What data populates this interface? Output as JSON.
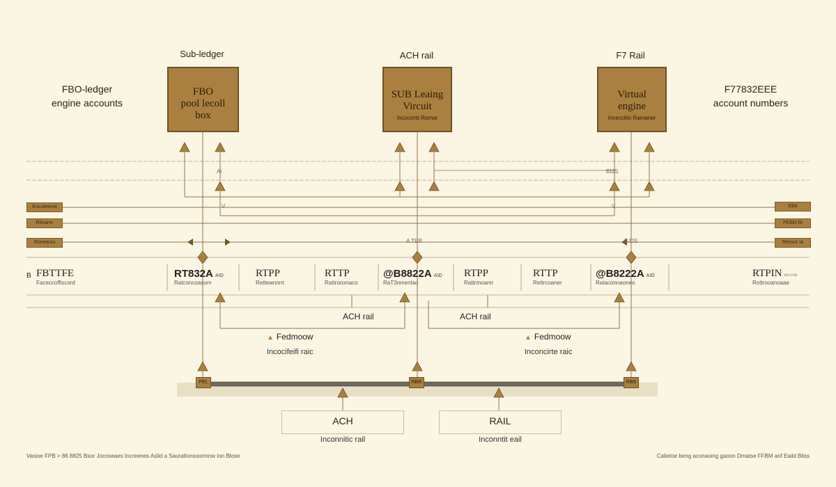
{
  "colors": {
    "background": "#fbf5e3",
    "box_fill": "#a9803f",
    "box_border": "#6e5327",
    "line": "#8c7550",
    "bar": "#6f6a60"
  },
  "side_left": {
    "line1": "FBO-ledger",
    "line2": "engine accounts"
  },
  "side_right": {
    "line1": "F77832EEE",
    "line2": "account numbers"
  },
  "columns": [
    {
      "title": "Sub-ledger",
      "box_lines": [
        "FBO",
        "pool lecoll",
        "box"
      ],
      "box_small": ""
    },
    {
      "title": "ACH rail",
      "box_lines": [
        "SUB Leaing",
        "Vircuit"
      ],
      "box_small": "Incoconti Ramar"
    },
    {
      "title": "F7 Rail",
      "box_lines": [
        "Virtual",
        "engine"
      ],
      "box_small": "Inceccitio Ramaner"
    }
  ],
  "left_tags": [
    "Encuteenot",
    "Rimarer",
    "Rocearou"
  ],
  "right_tags": [
    "EB8",
    "PEBO Ri",
    "Ressor Ia"
  ],
  "tiny_labels": [
    "Ai",
    "V",
    "A TER",
    "BJ0S",
    "V",
    "BI2S"
  ],
  "row": {
    "lead": "B",
    "cells": [
      {
        "title": "FBTTFE",
        "sub": "Faceccoffiscord",
        "bold": false,
        "mark": ""
      },
      {
        "title": "RT832A",
        "sub": "Ratconcoasom",
        "bold": true,
        "mark": "AID"
      },
      {
        "title": "RTPP",
        "sub": "Rettewnnnt",
        "bold": false,
        "mark": ""
      },
      {
        "title": "RTTP",
        "sub": "Rattrooxnaco",
        "bold": false,
        "mark": ""
      },
      {
        "title": "@B8822A",
        "sub": "RaT3nmenlao",
        "bold": true,
        "mark": "AID"
      },
      {
        "title": "RTPP",
        "sub": "Rattrmoamr",
        "bold": false,
        "mark": ""
      },
      {
        "title": "RTTP",
        "sub": "Rettrcoaner",
        "bold": false,
        "mark": ""
      },
      {
        "title": "@B8222A",
        "sub": "Rataconnaoneo",
        "bold": true,
        "mark": "AID"
      },
      {
        "title": "RTPIN",
        "sub": "Rottrooanoaae",
        "bold": false,
        "mark": "seccon"
      }
    ]
  },
  "mid_labels": [
    "ACH rail",
    "ACH rail"
  ],
  "fed_labels": [
    {
      "title": "Fedmoow",
      "sub": "Incocifeifi raic"
    },
    {
      "title": "Fedmoow",
      "sub": "Inconcirte raic"
    }
  ],
  "nodes": [
    "PEL",
    "RBR",
    "RBS"
  ],
  "bottom_boxes": [
    {
      "title": "ACH",
      "sub": "Inconnitic rail"
    },
    {
      "title": "RAIL",
      "sub": "Inconntit eail"
    }
  ],
  "footer_left": "Vasioe FPB > 86 8825 Bsor Jocoseaes Increenes Aslid a Sauratlonsoormnw Ion Blose",
  "footer_right": "Calietoe beng aconaoing gaoon Dmatse FFBM anf Eaild Bliss"
}
